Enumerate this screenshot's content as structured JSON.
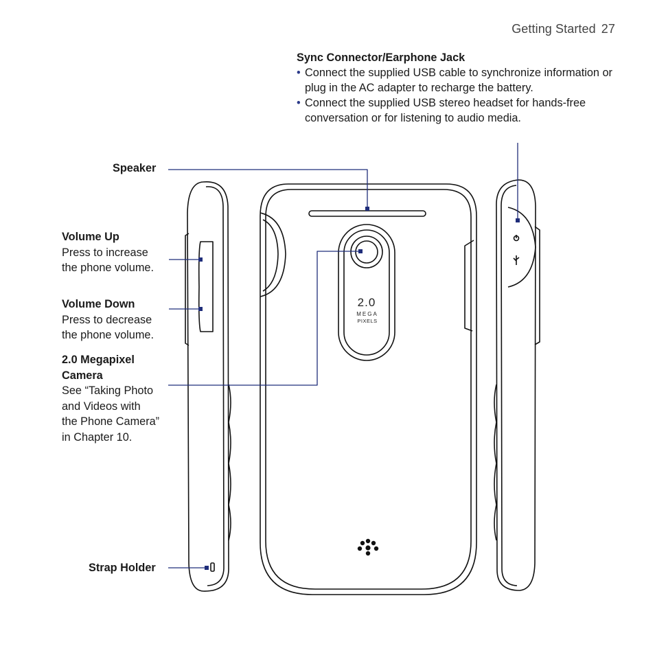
{
  "header": {
    "section": "Getting Started",
    "page_number": "27"
  },
  "sync": {
    "title": "Sync Connector/Earphone Jack",
    "bullets": [
      "Connect the supplied USB cable to synchronize information or plug in the AC adapter to recharge the battery.",
      "Connect the supplied USB stereo headset for hands-free conversation or for listening to audio media."
    ]
  },
  "labels": {
    "speaker": {
      "title": "Speaker"
    },
    "volume_up": {
      "title": "Volume Up",
      "desc_lines": [
        "Press to increase",
        "the phone volume."
      ]
    },
    "volume_down": {
      "title": "Volume Down",
      "desc_lines": [
        "Press to decrease",
        "the phone volume."
      ]
    },
    "camera": {
      "title_lines": [
        "2.0 Megapixel",
        "Camera"
      ],
      "desc_lines": [
        "See “Taking Photo",
        "and Videos with",
        "the Phone Camera”",
        "in Chapter 10."
      ]
    },
    "strap": {
      "title": "Strap Holder"
    }
  },
  "camera_badge": {
    "value": "2.0",
    "line1": "MEGA",
    "line2": "PIXELS"
  },
  "colors": {
    "callout": "#1f2d7a",
    "outline": "#111111",
    "bullet": "#2b3a8a"
  }
}
